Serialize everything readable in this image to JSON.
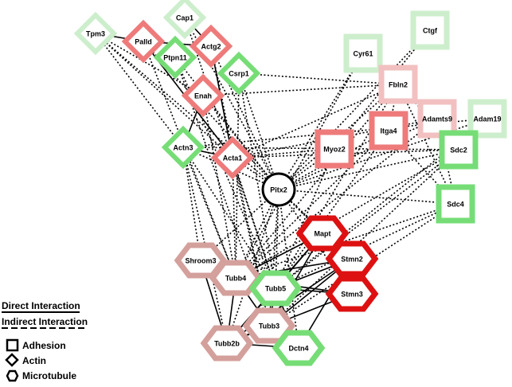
{
  "colors": {
    "red": "#dd1111",
    "salmon": "#ee7a7a",
    "pink": "#f2c0c0",
    "dusty": "#d4a09c",
    "green": "#76dd76",
    "lightgreen": "#cdeecc",
    "black": "#000000"
  },
  "nodes": [
    {
      "id": "Tpm3",
      "shape": "diamond",
      "color": "lightgreen"
    },
    {
      "id": "Palld",
      "shape": "diamond",
      "color": "salmon"
    },
    {
      "id": "Cap1",
      "shape": "diamond",
      "color": "lightgreen"
    },
    {
      "id": "Actg2",
      "shape": "diamond",
      "color": "salmon"
    },
    {
      "id": "Ptpn11",
      "shape": "diamond",
      "color": "green"
    },
    {
      "id": "Csrp1",
      "shape": "diamond",
      "color": "green"
    },
    {
      "id": "Enah",
      "shape": "diamond",
      "color": "salmon"
    },
    {
      "id": "Actn3",
      "shape": "diamond",
      "color": "green"
    },
    {
      "id": "Acta1",
      "shape": "diamond",
      "color": "salmon"
    },
    {
      "id": "Pitx2",
      "shape": "circle",
      "color": "black"
    },
    {
      "id": "Cyr61",
      "shape": "square",
      "color": "lightgreen"
    },
    {
      "id": "Ctgf",
      "shape": "square",
      "color": "lightgreen"
    },
    {
      "id": "Fbln2",
      "shape": "square",
      "color": "pink"
    },
    {
      "id": "Adamts9",
      "shape": "square",
      "color": "pink"
    },
    {
      "id": "Adam19",
      "shape": "square",
      "color": "lightgreen"
    },
    {
      "id": "Itga4",
      "shape": "square",
      "color": "salmon"
    },
    {
      "id": "Myoz2",
      "shape": "square",
      "color": "salmon"
    },
    {
      "id": "Sdc2",
      "shape": "square",
      "color": "green"
    },
    {
      "id": "Sdc4",
      "shape": "square",
      "color": "green"
    },
    {
      "id": "Mapt",
      "shape": "hexagon",
      "color": "red"
    },
    {
      "id": "Stmn2",
      "shape": "hexagon",
      "color": "red"
    },
    {
      "id": "Stmn3",
      "shape": "hexagon",
      "color": "red"
    },
    {
      "id": "Shroom3",
      "shape": "hexagon",
      "color": "dusty"
    },
    {
      "id": "Tubb4",
      "shape": "hexagon",
      "color": "dusty"
    },
    {
      "id": "Tubb5",
      "shape": "hexagon",
      "color": "green"
    },
    {
      "id": "Tubb3",
      "shape": "hexagon",
      "color": "dusty"
    },
    {
      "id": "Tubb2b",
      "shape": "hexagon",
      "color": "dusty"
    },
    {
      "id": "Dctn4",
      "shape": "hexagon",
      "color": "green"
    }
  ],
  "direct_edges": [
    [
      "Tpm3",
      "Palld"
    ],
    [
      "Palld",
      "Actg2"
    ],
    [
      "Cap1",
      "Actg2"
    ],
    [
      "Palld",
      "Acta1"
    ],
    [
      "Actg2",
      "Acta1"
    ],
    [
      "Enah",
      "Actn3"
    ],
    [
      "Actn3",
      "Acta1"
    ],
    [
      "Tubb4",
      "Tubb2b"
    ],
    [
      "Tubb4",
      "Tubb5"
    ],
    [
      "Tubb4",
      "Tubb3"
    ],
    [
      "Tubb4",
      "Mapt"
    ],
    [
      "Tubb4",
      "Stmn2"
    ],
    [
      "Tubb5",
      "Mapt"
    ],
    [
      "Tubb5",
      "Stmn2"
    ],
    [
      "Tubb5",
      "Stmn3"
    ],
    [
      "Tubb5",
      "Tubb2b"
    ],
    [
      "Tubb5",
      "Tubb3"
    ],
    [
      "Tubb5",
      "Dctn4"
    ],
    [
      "Tubb3",
      "Tubb2b"
    ],
    [
      "Tubb3",
      "Dctn4"
    ],
    [
      "Tubb2b",
      "Dctn4"
    ],
    [
      "Tubb2b",
      "Mapt"
    ],
    [
      "Tubb2b",
      "Stmn2"
    ],
    [
      "Tubb2b",
      "Stmn3"
    ],
    [
      "Tubb3",
      "Stmn2"
    ],
    [
      "Dctn4",
      "Stmn2"
    ],
    [
      "Shroom3",
      "Tubb2b"
    ],
    [
      "Shroom3",
      "Tubb4"
    ],
    [
      "Tubb4",
      "Stmn3"
    ],
    [
      "Tubb3",
      "Mapt"
    ]
  ],
  "indirect_edges": [
    [
      "Tpm3",
      "Acta1"
    ],
    [
      "Tpm3",
      "Pitx2"
    ],
    [
      "Tpm3",
      "Actn3"
    ],
    [
      "Tpm3",
      "Enah"
    ],
    [
      "Palld",
      "Pitx2"
    ],
    [
      "Cap1",
      "Pitx2"
    ],
    [
      "Actg2",
      "Pitx2"
    ],
    [
      "Ptpn11",
      "Pitx2"
    ],
    [
      "Csrp1",
      "Pitx2"
    ],
    [
      "Enah",
      "Pitx2"
    ],
    [
      "Actn3",
      "Pitx2"
    ],
    [
      "Acta1",
      "Pitx2"
    ],
    [
      "Cyr61",
      "Pitx2"
    ],
    [
      "Ctgf",
      "Pitx2"
    ],
    [
      "Fbln2",
      "Pitx2"
    ],
    [
      "Adamts9",
      "Pitx2"
    ],
    [
      "Adam19",
      "Pitx2"
    ],
    [
      "Itga4",
      "Pitx2"
    ],
    [
      "Myoz2",
      "Pitx2"
    ],
    [
      "Sdc2",
      "Pitx2"
    ],
    [
      "Sdc4",
      "Pitx2"
    ],
    [
      "Mapt",
      "Pitx2"
    ],
    [
      "Stmn2",
      "Pitx2"
    ],
    [
      "Stmn3",
      "Pitx2"
    ],
    [
      "Shroom3",
      "Pitx2"
    ],
    [
      "Tubb4",
      "Pitx2"
    ],
    [
      "Tubb5",
      "Pitx2"
    ],
    [
      "Tubb3",
      "Pitx2"
    ],
    [
      "Tubb2b",
      "Pitx2"
    ],
    [
      "Dctn4",
      "Pitx2"
    ],
    [
      "Actn3",
      "Tubb4"
    ],
    [
      "Actn3",
      "Tubb2b"
    ],
    [
      "Actn3",
      "Shroom3"
    ],
    [
      "Actn3",
      "Tubb5"
    ],
    [
      "Acta1",
      "Tubb4"
    ],
    [
      "Acta1",
      "Tubb3"
    ],
    [
      "Acta1",
      "Tubb5"
    ],
    [
      "Enah",
      "Tubb4"
    ],
    [
      "Ptpn11",
      "Tubb5"
    ],
    [
      "Csrp1",
      "Tubb4"
    ],
    [
      "Actg2",
      "Tubb3"
    ],
    [
      "Ptpn11",
      "Tubb3"
    ],
    [
      "Csrp1",
      "Tubb5"
    ],
    [
      "Actn3",
      "Sdc2"
    ],
    [
      "Actn3",
      "Adam19"
    ],
    [
      "Acta1",
      "Sdc2"
    ],
    [
      "Acta1",
      "Fbln2"
    ],
    [
      "Acta1",
      "Adamts9"
    ],
    [
      "Enah",
      "Fbln2"
    ],
    [
      "Csrp1",
      "Fbln2"
    ],
    [
      "Fbln2",
      "Tubb4"
    ],
    [
      "Fbln2",
      "Tubb5"
    ],
    [
      "Fbln2",
      "Itga4"
    ],
    [
      "Fbln2",
      "Sdc2"
    ],
    [
      "Fbln2",
      "Sdc4"
    ],
    [
      "Ctgf",
      "Myoz2"
    ],
    [
      "Cyr61",
      "Tubb4"
    ],
    [
      "Itga4",
      "Tubb4"
    ],
    [
      "Itga4",
      "Tubb5"
    ],
    [
      "Myoz2",
      "Tubb5"
    ],
    [
      "Adamts9",
      "Tubb4"
    ],
    [
      "Adam19",
      "Tubb5"
    ],
    [
      "Sdc2",
      "Tubb4"
    ],
    [
      "Sdc2",
      "Tubb5"
    ],
    [
      "Sdc2",
      "Tubb3"
    ],
    [
      "Sdc4",
      "Tubb4"
    ],
    [
      "Sdc4",
      "Tubb5"
    ],
    [
      "Sdc4",
      "Tubb3"
    ],
    [
      "Sdc2",
      "Adamts9"
    ],
    [
      "Sdc4",
      "Itga4"
    ],
    [
      "Acta1",
      "Myoz2"
    ],
    [
      "Adamts9",
      "Sdc4"
    ],
    [
      "Palld",
      "Tubb4"
    ],
    [
      "Cap1",
      "Tubb5"
    ]
  ],
  "legend": {
    "direct_label": "Direct Interaction",
    "indirect_label": "Indirect Interaction",
    "adhesion_label": "Adhesion",
    "actin_label": "Actin",
    "microtubule_label": "Microtubule"
  }
}
